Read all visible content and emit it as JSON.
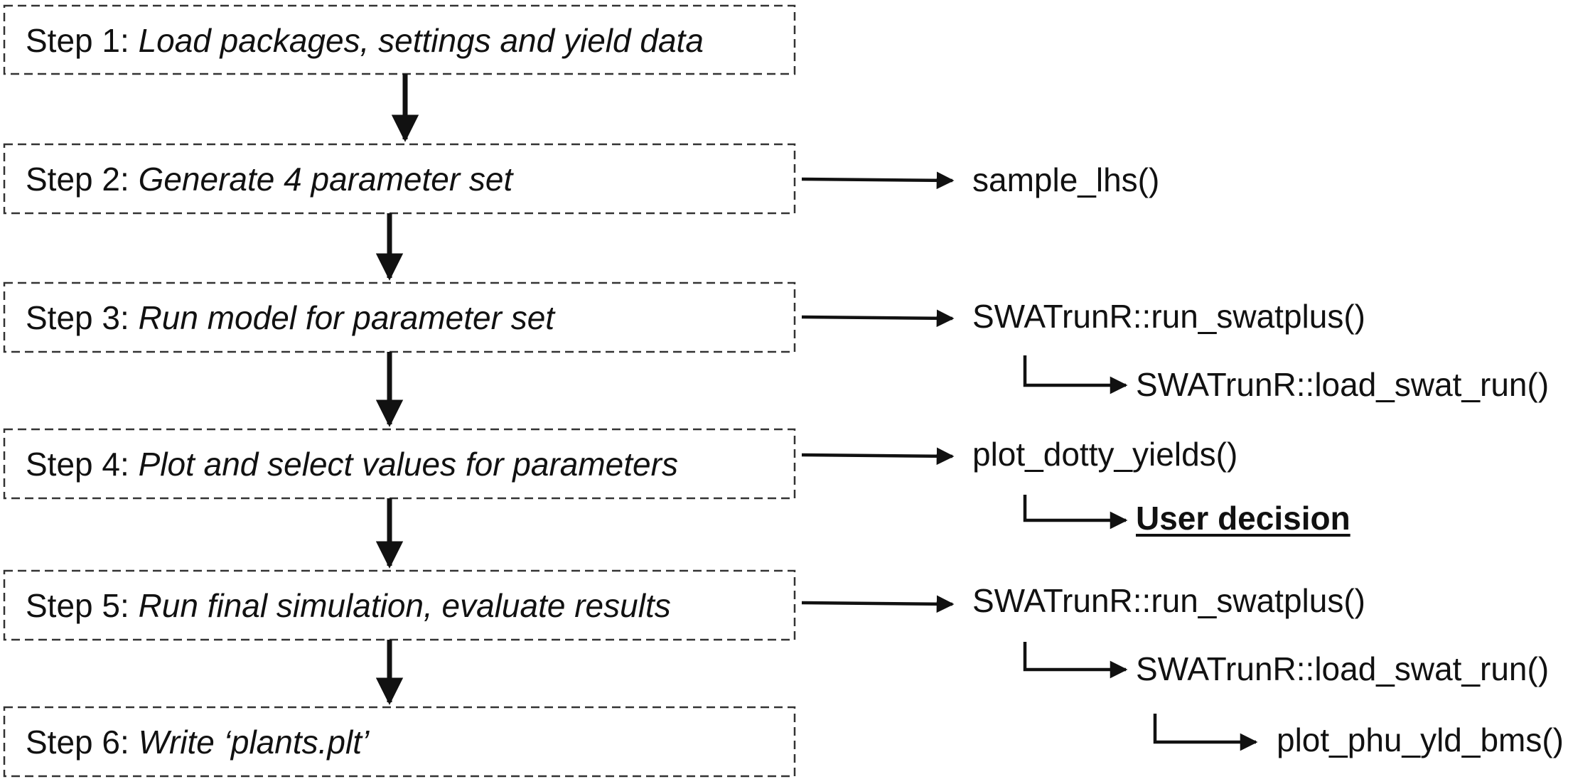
{
  "steps": [
    {
      "label": "Step 1:",
      "desc": "Load packages, settings and yield data"
    },
    {
      "label": "Step 2:",
      "desc": "Generate 4 parameter set"
    },
    {
      "label": "Step 3:",
      "desc": "Run model for parameter set"
    },
    {
      "label": "Step 4:",
      "desc": "Plot and select values for parameters"
    },
    {
      "label": "Step 5:",
      "desc": "Run final simulation, evaluate results"
    },
    {
      "label": "Step 6: ",
      "desc": "Write ‘plants.plt’"
    }
  ],
  "functions": {
    "sample_lhs": "sample_lhs()",
    "run_swatplus_1": "SWATrunR::run_swatplus()",
    "load_swat_run_1": "SWATrunR::load_swat_run()",
    "plot_dotty_yields": "plot_dotty_yields()",
    "user_decision": "User decision",
    "run_swatplus_2": "SWATrunR::run_swatplus()",
    "load_swat_run_2": "SWATrunR::load_swat_run()",
    "plot_phu_yld_bms": "plot_phu_yld_bms()"
  },
  "colors": {
    "line": "#111111",
    "box_border": "#333333",
    "background": "#ffffff"
  }
}
